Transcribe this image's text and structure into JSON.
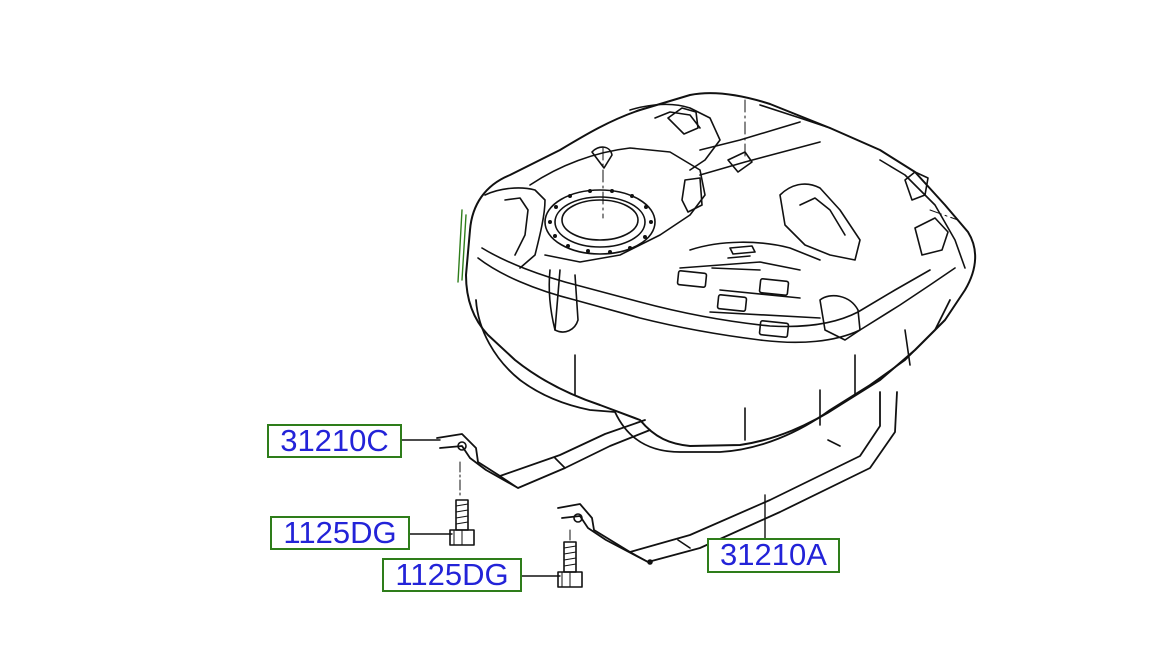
{
  "diagram": {
    "labels": {
      "strap_left": "31210C",
      "bolt_upper": "1125DG",
      "bolt_lower": "1125DG",
      "strap_right": "31210A"
    },
    "colors": {
      "label_text": "#2323d8",
      "label_border": "#2e7d1a",
      "line_art": "#111111"
    }
  }
}
